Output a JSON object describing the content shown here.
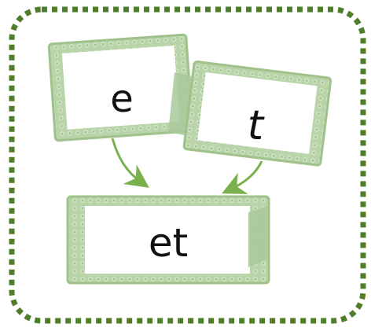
{
  "cards": {
    "first_letter": "e",
    "second_letter": "t",
    "combined": "et"
  },
  "colors": {
    "border_dots": "#4f7d2a",
    "frame_green": "#9fc28a",
    "frame_green_dark": "#7da765",
    "arrow_green": "#79b14c"
  }
}
